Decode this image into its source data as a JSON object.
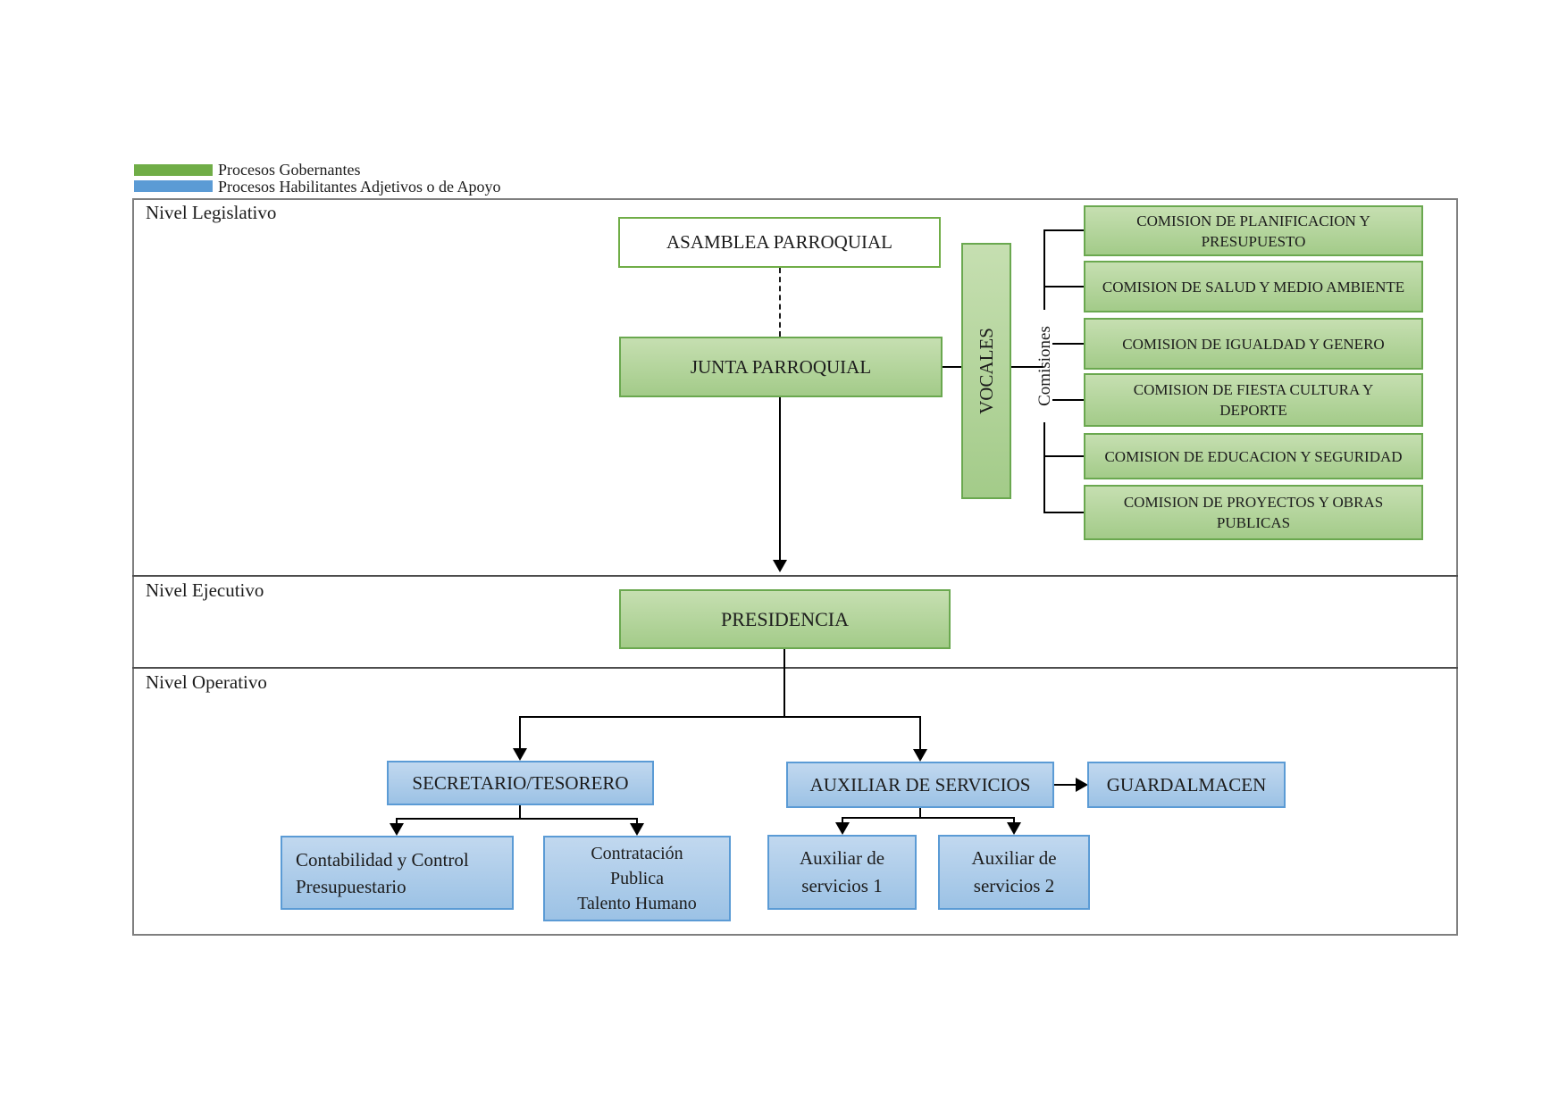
{
  "legend": {
    "items": [
      {
        "label": "Procesos Gobernantes",
        "color": "#70ad47",
        "swatch": "green-swatch"
      },
      {
        "label": "Procesos Habilitantes Adjetivos o de Apoyo",
        "color": "#5b9bd5",
        "swatch": "blue-swatch"
      }
    ]
  },
  "sections": [
    {
      "label": "Nivel Legislativo"
    },
    {
      "label": "Nivel Ejecutivo"
    },
    {
      "label": "Nivel Operativo"
    }
  ],
  "nodes": {
    "asamblea": {
      "label": "ASAMBLEA PARROQUIAL"
    },
    "junta": {
      "label": "JUNTA PARROQUIAL"
    },
    "vocales": {
      "label": "VOCALES"
    },
    "comisiones_title": {
      "label": "Comisiones"
    },
    "presidencia": {
      "label": "PRESIDENCIA"
    },
    "secretario": {
      "label": "SECRETARIO/TESORERO"
    },
    "auxiliar": {
      "label": "AUXILIAR DE SERVICIOS"
    },
    "guardalmacen": {
      "label": "GUARDALMACEN"
    },
    "contabilidad": {
      "label": "Contabilidad y Control\nPresupuestario"
    },
    "contratacion": {
      "label": "Contratación\nPublica\nTalento Humano"
    },
    "aux1": {
      "label": "Auxiliar de\nservicios 1"
    },
    "aux2": {
      "label": "Auxiliar de\nservicios 2"
    }
  },
  "comisiones": [
    {
      "label": "COMISION DE PLANIFICACION Y\nPRESUPUESTO"
    },
    {
      "label": "COMISION DE SALUD Y MEDIO AMBIENTE"
    },
    {
      "label": "COMISION DE IGUALDAD Y GENERO"
    },
    {
      "label": "COMISION DE FIESTA CULTURA Y\nDEPORTE"
    },
    {
      "label": "COMISION DE EDUCACION Y SEGURIDAD"
    },
    {
      "label": "COMISION DE PROYECTOS Y OBRAS\nPUBLICAS"
    }
  ],
  "colors": {
    "green_fill_top": "#c6dfb1",
    "green_fill_bottom": "#a3cb89",
    "green_border": "#6aa84f",
    "blue_fill_top": "#c1d8ef",
    "blue_fill_bottom": "#9cc2e5",
    "blue_border": "#5b9bd5",
    "legend_green": "#70ad47",
    "legend_blue": "#5b9bd5",
    "frame_border": "#7f7f7f",
    "connector": "#000000"
  }
}
